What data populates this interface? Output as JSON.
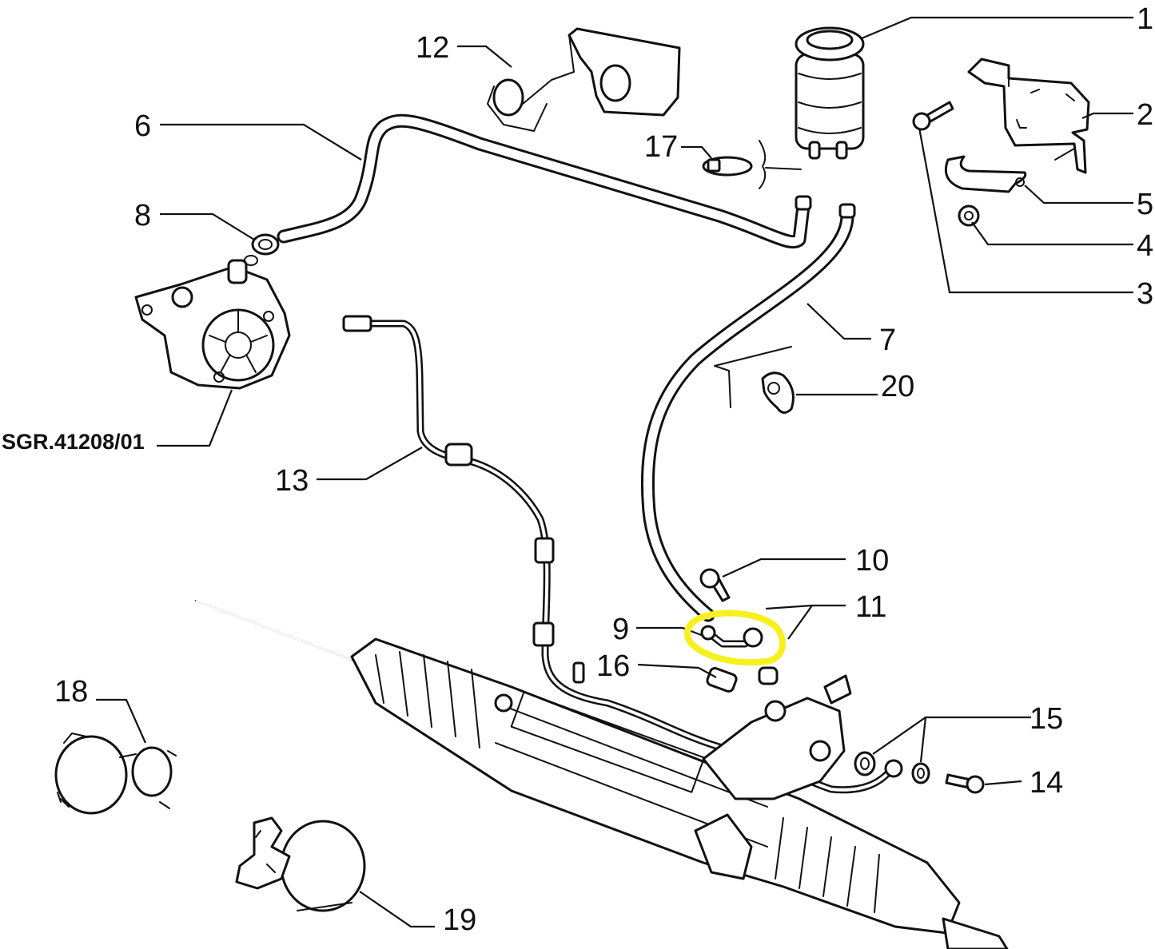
{
  "callouts": [
    {
      "id": "1",
      "text": "1"
    },
    {
      "id": "2",
      "text": "2"
    },
    {
      "id": "3",
      "text": "3"
    },
    {
      "id": "4",
      "text": "4"
    },
    {
      "id": "5",
      "text": "5"
    },
    {
      "id": "6",
      "text": "6"
    },
    {
      "id": "7",
      "text": "7"
    },
    {
      "id": "8",
      "text": "8"
    },
    {
      "id": "9",
      "text": "9"
    },
    {
      "id": "10",
      "text": "10"
    },
    {
      "id": "11",
      "text": "11"
    },
    {
      "id": "12",
      "text": "12"
    },
    {
      "id": "13",
      "text": "13"
    },
    {
      "id": "14",
      "text": "14"
    },
    {
      "id": "15",
      "text": "15"
    },
    {
      "id": "16",
      "text": "16"
    },
    {
      "id": "17",
      "text": "17"
    },
    {
      "id": "18",
      "text": "18"
    },
    {
      "id": "19",
      "text": "19"
    },
    {
      "id": "20",
      "text": "20"
    }
  ],
  "pump_reference": "SGR.41208/01",
  "highlight": {
    "part": "9",
    "color": "#f7f01e"
  },
  "colors": {
    "line": "#111111",
    "background": "#ffffff",
    "highlight": "#f7f01e"
  }
}
